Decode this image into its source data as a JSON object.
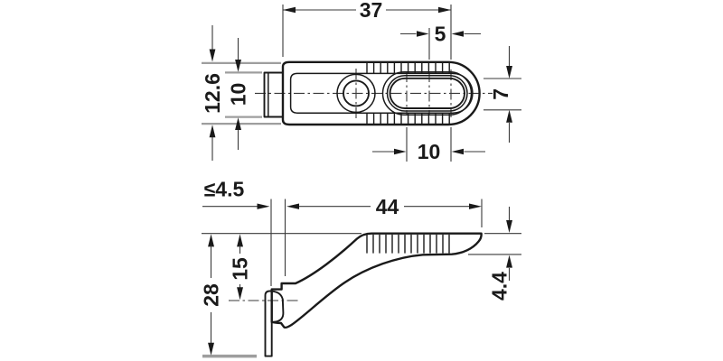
{
  "drawing_type": "dimensioned technical drawing of a shelf support bracket, two orthographic views",
  "colors": {
    "background": "#ffffff",
    "outline": "#1a1a1a",
    "thin_line": "#3a3a3a",
    "gray_reference": "#9e9e9e"
  },
  "top_view": {
    "description": "plan view: body with round hole, ribbed edges and oblong slot",
    "dims": {
      "overall_length": "37",
      "slot_offset": "5",
      "height_overall": "12.6",
      "height_cap": "10",
      "slot_width": "7",
      "slot_length": "10"
    }
  },
  "side_view": {
    "description": "side view: mounting plate with boss and rising ribbed arm",
    "dims": {
      "panel_gap": "≤4.5",
      "arm_length": "44",
      "axis_depth": "15",
      "overall_depth": "28",
      "arm_thickness": "4.4"
    }
  }
}
